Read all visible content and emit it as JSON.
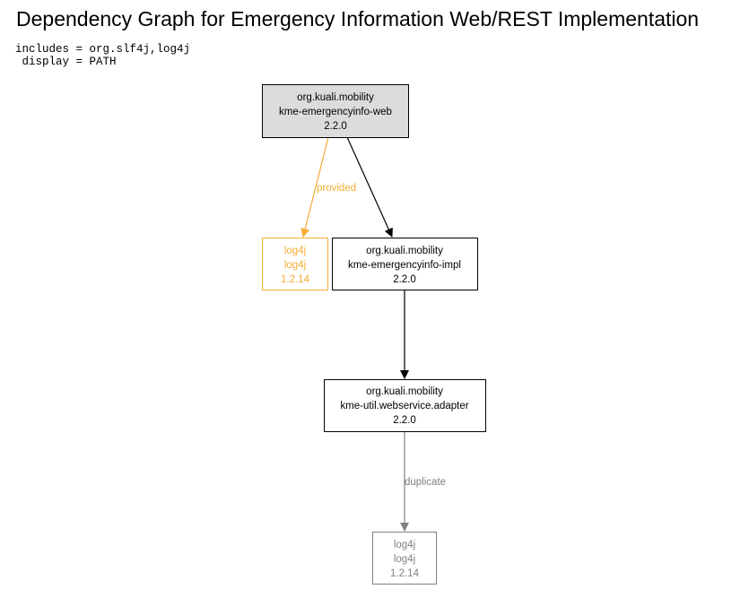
{
  "title": "Dependency Graph for Emergency Information Web/REST Implementation",
  "params": {
    "includes": "includes = org.slf4j,log4j",
    "display": " display = PATH"
  },
  "colors": {
    "root_fill": "#dcdcdc",
    "default": "#000000",
    "provided": "#f5ad34",
    "duplicate": "#808080"
  },
  "nodes": {
    "web": {
      "group": "org.kuali.mobility",
      "artifact": "kme-emergencyinfo-web",
      "version": "2.2.0"
    },
    "log4j_provided": {
      "group": "log4j",
      "artifact": "log4j",
      "version": "1.2.14"
    },
    "impl": {
      "group": "org.kuali.mobility",
      "artifact": "kme-emergencyinfo-impl",
      "version": "2.2.0"
    },
    "adapter": {
      "group": "org.kuali.mobility",
      "artifact": "kme-util.webservice.adapter",
      "version": "2.2.0"
    },
    "log4j_duplicate": {
      "group": "log4j",
      "artifact": "log4j",
      "version": "1.2.14"
    }
  },
  "edges": {
    "web_to_log4j": {
      "label": "provided"
    },
    "web_to_impl": {
      "label": ""
    },
    "impl_to_adapter": {
      "label": ""
    },
    "adapter_to_log4j": {
      "label": "duplicate"
    }
  }
}
